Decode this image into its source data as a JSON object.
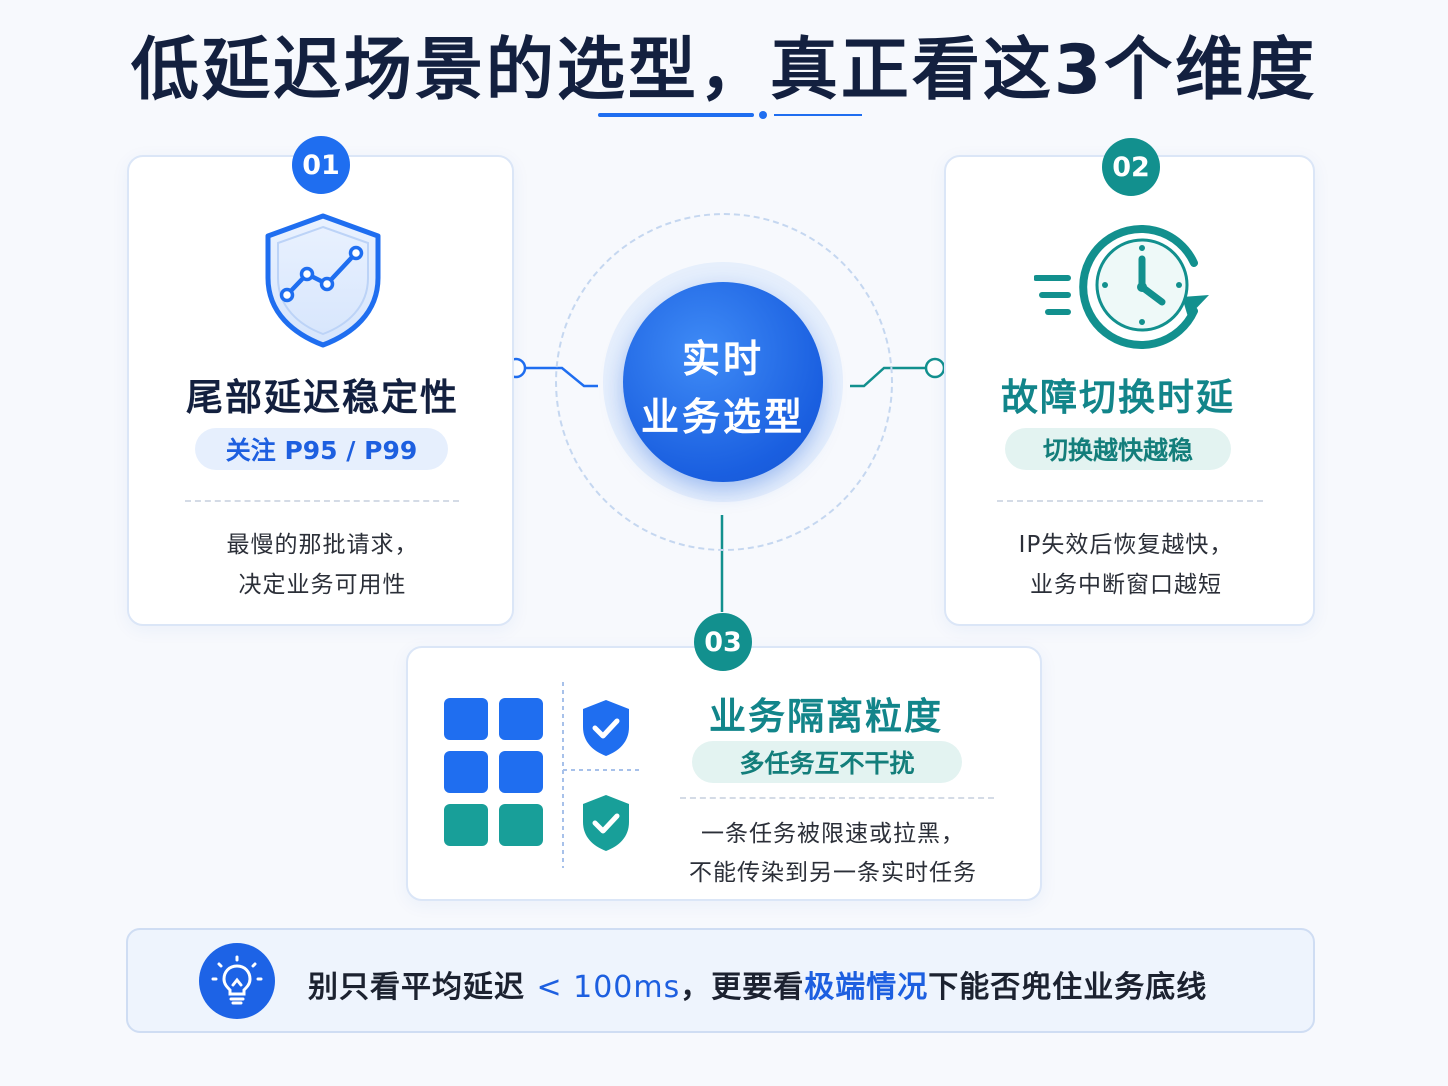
{
  "title": "低延迟场景的选型，真正看这3个维度",
  "center": {
    "line1": "实时",
    "line2": "业务选型"
  },
  "cards": [
    {
      "number": "01",
      "title": "尾部延迟稳定性",
      "pill": "关注 P95 / P99",
      "desc": [
        "最慢的那批请求，",
        "决定业务可用性"
      ],
      "icon": "shield-trend-icon",
      "color": "#1f6ef0"
    },
    {
      "number": "02",
      "title": "故障切换时延",
      "pill": "切换越快越稳",
      "desc": [
        "IP失效后恢复越快，",
        "业务中断窗口越短"
      ],
      "icon": "clock-refresh-icon",
      "color": "#12908e"
    },
    {
      "number": "03",
      "title": "业务隔离粒度",
      "pill": "多任务互不干扰",
      "desc": [
        "一条任务被限速或拉黑，",
        "不能传染到另一条实时任务"
      ],
      "icon": "isolated-blocks-shield-icon",
      "color": "#12908e"
    }
  ],
  "tip": {
    "prefix": "别只看平均延迟 ",
    "threshold": "< 100ms",
    "middle": "，更要看",
    "highlight": "极端情况",
    "suffix": "下能否兜住业务底线",
    "icon": "lightbulb-icon"
  },
  "colors": {
    "blue": "#1f6ef0",
    "teal": "#12908e",
    "title": "#13203f"
  }
}
